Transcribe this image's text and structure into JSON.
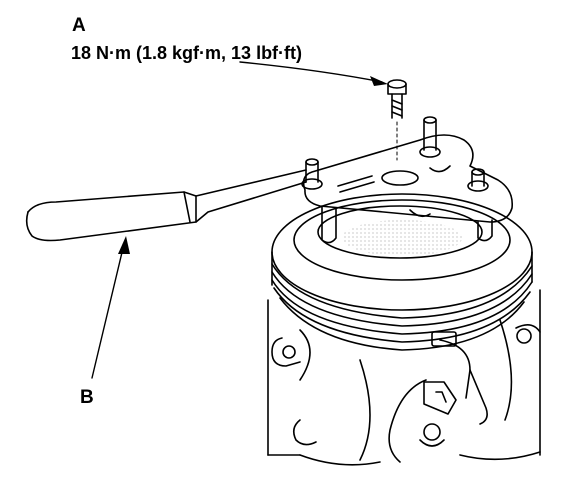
{
  "callouts": {
    "a": {
      "letter": "A",
      "spec": "18 N·m (1.8 kgf·m, 13 lbf·ft)"
    },
    "b": {
      "letter": "B"
    }
  },
  "colors": {
    "ink": "#000000",
    "paper": "#ffffff"
  }
}
